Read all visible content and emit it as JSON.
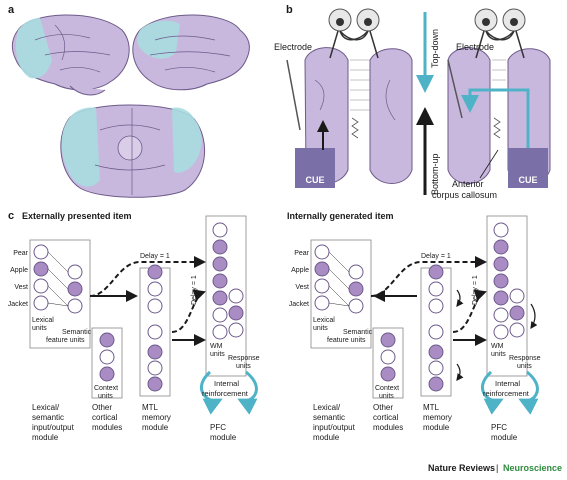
{
  "panel_a": {
    "label": "a"
  },
  "panel_b": {
    "label": "b",
    "left": {
      "electrode": "Electrode",
      "cue": "CUE"
    },
    "right": {
      "electrode": "Electrode",
      "cue": "CUE"
    },
    "arrow_top_down": "Top-down",
    "arrow_bottom_up": "Bottom-up",
    "anterior_1": "Anterior",
    "anterior_2": "corpus callosum"
  },
  "panel_c": {
    "label": "c",
    "external": {
      "title": "Externally presented item",
      "words": [
        "Pear",
        "Apple",
        "Vest",
        "Jacket"
      ],
      "lexical_1": "Lexical",
      "lexical_2": "units",
      "semantic_1": "Semantic",
      "semantic_2": "feature units",
      "context_1": "Context",
      "context_2": "units",
      "delay_top": "Delay = 1",
      "delay_side": "Delay = 1",
      "wm_1": "WM",
      "wm_2": "units",
      "response_1": "Response",
      "response_2": "units",
      "reinf_1": "Internal",
      "reinf_2": "reinforcement",
      "mod_lex": [
        "Lexical/",
        "semantic",
        "input/output",
        "module"
      ],
      "mod_other": [
        "Other",
        "cortical",
        "modules"
      ],
      "mod_mtl": [
        "MTL",
        "memory",
        "module"
      ],
      "mod_pfc": [
        "PFC",
        "module"
      ]
    },
    "internal": {
      "title": "Internally generated item",
      "words": [
        "Pear",
        "Apple",
        "Vest",
        "Jacket"
      ],
      "lexical_1": "Lexical",
      "lexical_2": "units",
      "semantic_1": "Semantic",
      "semantic_2": "feature units",
      "context_1": "Context",
      "context_2": "units",
      "delay_top": "Delay = 1",
      "delay_side": "Delay = 1",
      "wm_1": "WM",
      "wm_2": "units",
      "response_1": "Response",
      "response_2": "units",
      "reinf_1": "Internal",
      "reinf_2": "reinforcement",
      "mod_lex": [
        "Lexical/",
        "semantic",
        "input/output",
        "module"
      ],
      "mod_other": [
        "Other",
        "cortical",
        "modules"
      ],
      "mod_mtl": [
        "MTL",
        "memory",
        "module"
      ],
      "mod_pfc": [
        "PFC",
        "module"
      ]
    }
  },
  "footer": {
    "publisher": "Nature Reviews",
    "separator": "|",
    "journal": "Neuroscience"
  },
  "colors": {
    "brain": "#c9b8de",
    "highlight": "#a8dbe0",
    "unit_active": "#a98cc4",
    "cue": "#7b6fa8",
    "arrow_blue": "#4fb3c8",
    "journal_green": "#2e8b3e"
  }
}
